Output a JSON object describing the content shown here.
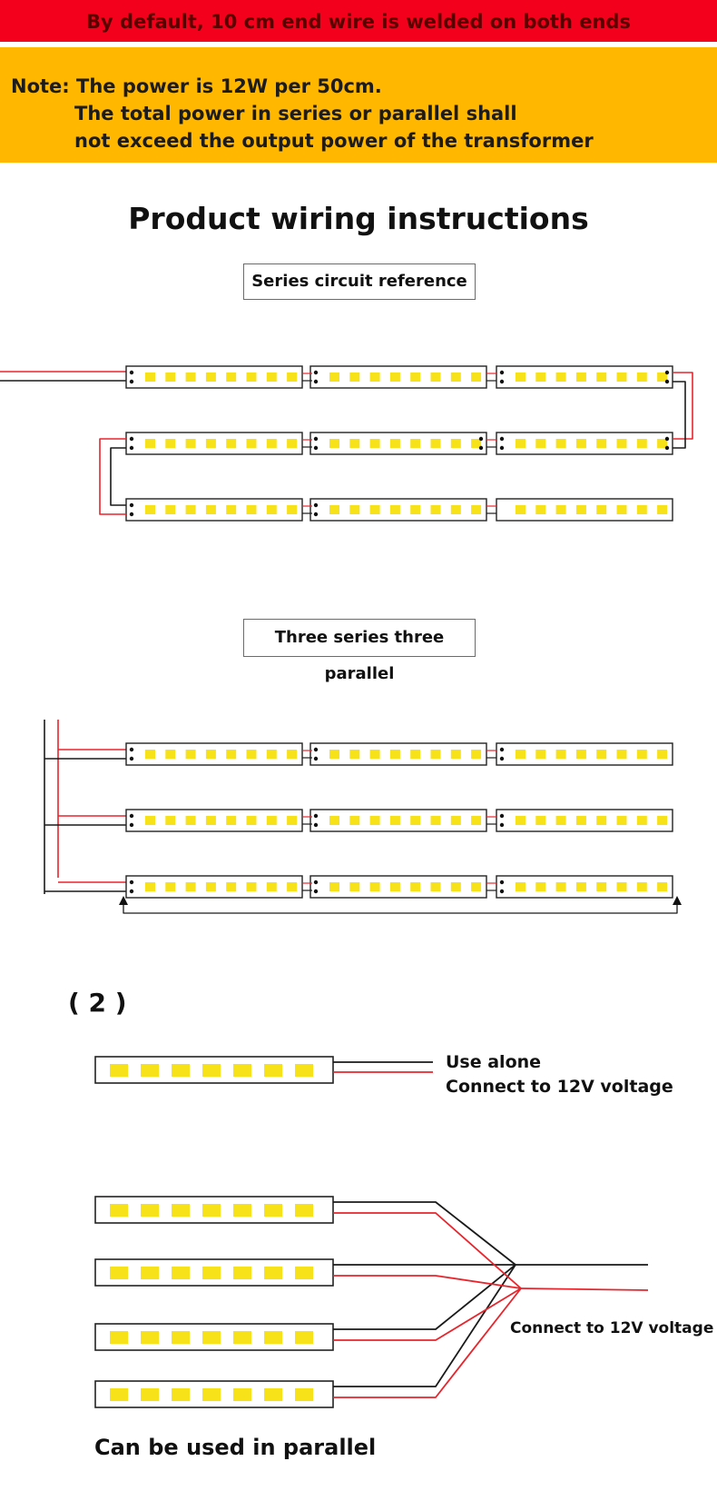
{
  "header": {
    "banner": "By default, 10 cm end wire is welded on both ends",
    "note_line1": "Note: The power is 12W per 50cm.",
    "note_line2": "The total power in series or parallel shall",
    "note_line3": "not exceed the output power of the transformer"
  },
  "main": {
    "title": "Product wiring instructions",
    "series_label": "Series circuit reference",
    "parallel_label": "Three series three parallel",
    "section2_label": "( 2 )",
    "use_alone_line1": "Use alone",
    "use_alone_line2": "Connect to 12V voltage",
    "connect_label": "Connect to 12V voltage",
    "parallel_caption": "Can be used in parallel"
  },
  "colors": {
    "red_banner": "#f2001c",
    "orange_banner": "#ffb700",
    "led_yellow": "#f7e21a",
    "wire_red": "#e8242c",
    "wire_black": "#1a1a1a"
  }
}
